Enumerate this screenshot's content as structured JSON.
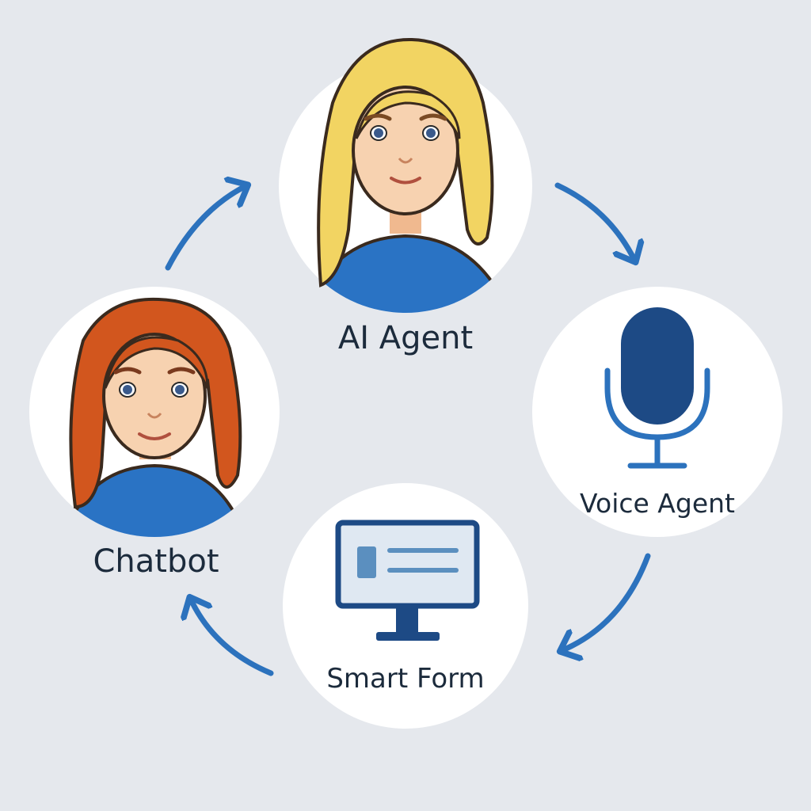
{
  "nodes": {
    "ai_agent": {
      "label": "AI Agent"
    },
    "voice_agent": {
      "label": "Voice Agent"
    },
    "smart_form": {
      "label": "Smart Form"
    },
    "chatbot": {
      "label": "Chatbot"
    }
  },
  "colors": {
    "background": "#e5e8ed",
    "arrow": "#2c72bd",
    "navy": "#1d4a85",
    "shirt": "#2a73c4",
    "blonde_hair": "#f2d462",
    "red_hair": "#d2561e",
    "skin": "#f7d2b0"
  }
}
